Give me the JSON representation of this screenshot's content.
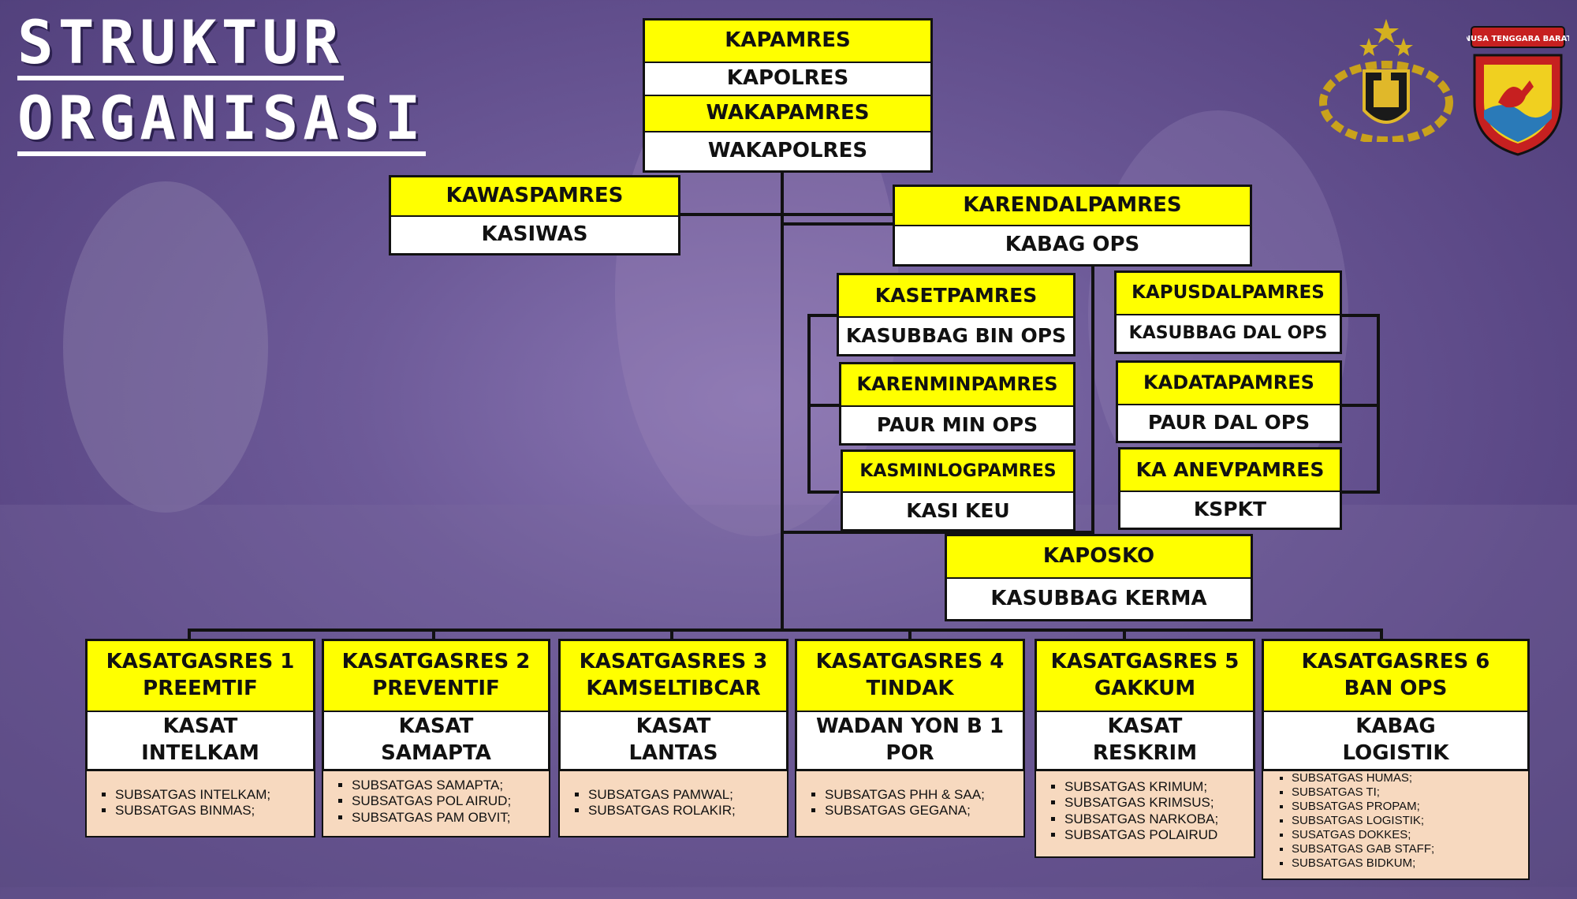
{
  "title": {
    "line1": "STRUKTUR",
    "line2": "ORGANISASI"
  },
  "logos": {
    "badge_text": "NUSA TENGGARA BARAT"
  },
  "colors": {
    "header": "#ffff00",
    "body": "#ffffff",
    "note": "#f7d9bf",
    "line": "#111111"
  },
  "top": {
    "kapamres": "KAPAMRES",
    "kapolres": "KAPOLRES",
    "wakapamres": "WAKAPAMRES",
    "wakapolres": "WAKAPOLRES"
  },
  "kawaspamres": {
    "header": "KAWASPAMRES",
    "body": "KASIWAS"
  },
  "karendalpamres": {
    "header": "KARENDALPAMRES",
    "body": "KABAG OPS"
  },
  "left_col": [
    {
      "header": "KASETPAMRES",
      "body": "KASUBBAG BIN OPS"
    },
    {
      "header": "KARENMINPAMRES",
      "body": "PAUR MIN OPS"
    },
    {
      "header": "KASMINLOGPAMRES",
      "body": "KASI KEU"
    }
  ],
  "right_col": [
    {
      "header": "KAPUSDALPAMRES",
      "body": "KASUBBAG DAL OPS"
    },
    {
      "header": "KADATAPAMRES",
      "body": "PAUR DAL OPS"
    },
    {
      "header": "KA ANEVPAMRES",
      "body": "KSPKT"
    }
  ],
  "kaposko": {
    "header": "KAPOSKO",
    "body": "KASUBBAG KERMA"
  },
  "satgas": [
    {
      "header": "KASATGASRES 1\nPREEMTIF",
      "body": "KASAT\nINTELKAM",
      "items": [
        "SUBSATGAS INTELKAM;",
        "SUBSATGAS BINMAS;"
      ]
    },
    {
      "header": "KASATGASRES 2\nPREVENTIF",
      "body": "KASAT\nSAMAPTA",
      "items": [
        "SUBSATGAS SAMAPTA;",
        "SUBSATGAS POL AIRUD;",
        "SUBSATGAS PAM OBVIT;"
      ]
    },
    {
      "header": "KASATGASRES 3\nKAMSELTIBCAR",
      "body": "KASAT\nLANTAS",
      "items": [
        "SUBSATGAS PAMWAL;",
        "SUBSATGAS ROLAKIR;"
      ]
    },
    {
      "header": "KASATGASRES 4\nTINDAK",
      "body": "WADAN YON B 1\nPOR",
      "items": [
        "SUBSATGAS PHH & SAA;",
        "SUBSATGAS GEGANA;"
      ]
    },
    {
      "header": "KASATGASRES 5\nGAKKUM",
      "body": "KASAT\nRESKRIM",
      "items": [
        "SUBSATGAS KRIMUM;",
        "SUBSATGAS KRIMSUS;",
        "SUBSATGAS NARKOBA;",
        "SUBSATGAS POLAIRUD"
      ]
    },
    {
      "header": "KASATGASRES 6\nBAN OPS",
      "body": "KABAG\nLOGISTIK",
      "items": [
        "SUBSATGAS HUMAS;",
        "SUBSATGAS TI;",
        "SUBSATGAS PROPAM;",
        "SUBSATGAS LOGISTIK;",
        "SUSATGAS DOKKES;",
        "SUBSATGAS GAB STAFF;",
        "SUBSATGAS BIDKUM;"
      ]
    }
  ]
}
